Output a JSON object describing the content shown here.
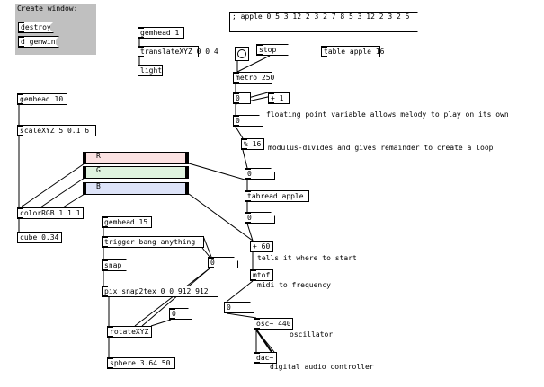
{
  "colors": {
    "group_bg": "#c0c0c0",
    "slider_r": "#fbe2e2",
    "slider_g": "#dff3df",
    "slider_b": "#dde3f8"
  },
  "window_group": {
    "label": "Create window:",
    "destroy": "destroy",
    "create": "d gemwin"
  },
  "objects": {
    "gemhead_1": "gemhead 1",
    "translate": "translateXYZ 0 0 4",
    "light": "light",
    "gemhead_10": "gemhead 10",
    "scale": "scaleXYZ 5 0.1 6",
    "colorrgb": "colorRGB 1 1 1",
    "cube": "cube 0.34",
    "gemhead_15": "gemhead 15",
    "trigger": "trigger bang anything",
    "snap": "snap",
    "pix_snap": "pix_snap2tex 0 0 912 912",
    "rotate": "rotateXYZ",
    "sphere": "sphere 3.64 50",
    "stop": "stop",
    "metro": "metro 250",
    "plus1": "+ 1",
    "mod": "% 16",
    "tabread": "tabread apple",
    "plus60": "+ 60",
    "mtof": "mtof",
    "osc": "osc~ 440",
    "dac": "dac~",
    "table": "table apple 16"
  },
  "apple_message": "; apple 0 5 3 12 2 3 2 7 8 5 3 12 2 3 2 5",
  "numbers": {
    "metro_out": "0",
    "counter": "0",
    "mod_out": "0",
    "tab_out": "0",
    "plus60_out": "0",
    "mtof_out": "0",
    "rotate_in": "0",
    "rotate_in2": "0"
  },
  "sliders": {
    "r": "R",
    "g": "G",
    "b": "B"
  },
  "comments": {
    "float_var": "floating point variable allows melody to play on its own",
    "modulus": "modulus-divides and gives remainder to create a loop",
    "tells": "tells it where to start",
    "midi": "midi to frequency",
    "oscillator": "oscillator",
    "dac_ctrl": "digital audio controller"
  }
}
